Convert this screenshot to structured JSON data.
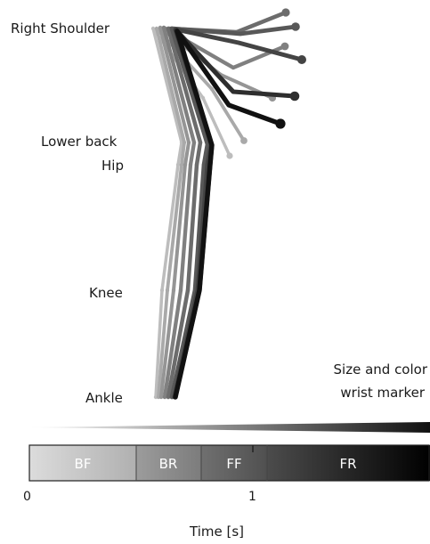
{
  "joint_labels": {
    "shoulder": "Right  Shoulder",
    "lower_back": "Lower back",
    "hip": "Hip",
    "knee": "Knee",
    "ankle": "Ankle"
  },
  "legend": {
    "line1": "Size and color",
    "line2": "wrist marker"
  },
  "phases": [
    {
      "label": "BF",
      "start": 0.0,
      "end": 0.47,
      "color_from": "#d8d8d8",
      "color_to": "#a8a8a8"
    },
    {
      "label": "BR",
      "start": 0.47,
      "end": 0.76,
      "color_from": "#9a9a9a",
      "color_to": "#7a7a7a"
    },
    {
      "label": "FF",
      "start": 0.76,
      "end": 1.06,
      "color_from": "#6e6e6e",
      "color_to": "#4a4a4a"
    },
    {
      "label": "FR",
      "start": 1.06,
      "end": 1.8,
      "color_from": "#4a4a4a",
      "color_to": "#000000"
    }
  ],
  "axis": {
    "tick_0": "0",
    "tick_1": "1",
    "label": "Time [s]"
  }
}
